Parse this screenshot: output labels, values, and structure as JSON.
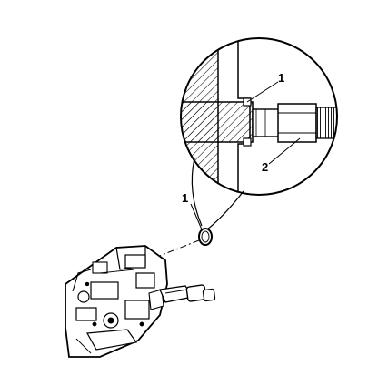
{
  "callouts": {
    "oring_detail": "1",
    "sensor": "2",
    "oring_exploded": "1"
  },
  "colors": {
    "ink": "#000000",
    "paper": "#ffffff"
  }
}
